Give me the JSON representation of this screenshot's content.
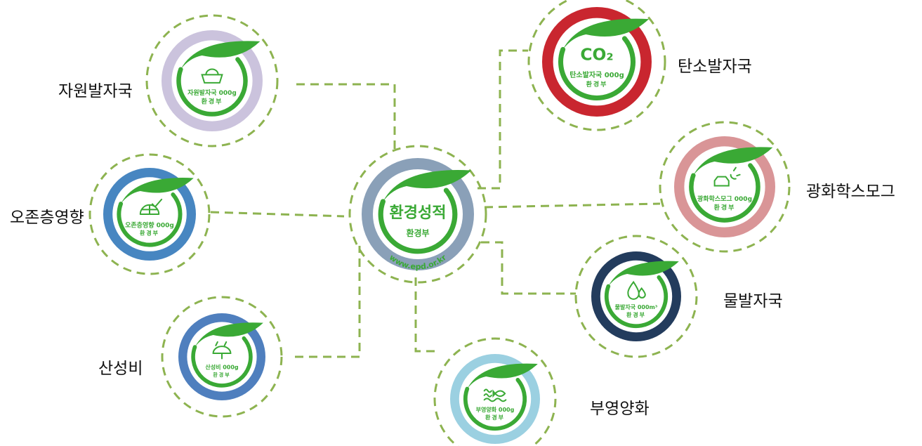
{
  "colors": {
    "green": "#3aa935",
    "dash": "#8db350"
  },
  "center": {
    "title": "환경성적",
    "ministry": "환경부",
    "url": "www.epd.or.kr",
    "ring_color": "#8aa0b8"
  },
  "badges": [
    {
      "id": "resource",
      "label": "자원발자국",
      "badge_text": "자원발자국 000g",
      "ministry": "환경부",
      "icon": "basket-icon",
      "ring_color": "#cbc3dd"
    },
    {
      "id": "ozone",
      "label": "오존층영향",
      "badge_text": "오존층영향 000g",
      "ministry": "환경부",
      "icon": "ozone-globe-icon",
      "ring_color": "#4786c1"
    },
    {
      "id": "acid-rain",
      "label": "산성비",
      "badge_text": "산성비 000g",
      "ministry": "환경부",
      "icon": "umbrella-icon",
      "ring_color": "#4f7fbe"
    },
    {
      "id": "carbon",
      "label": "탄소발자국",
      "badge_text": "탄소발자국 000g",
      "ministry": "환경부",
      "icon": "co2-icon",
      "icon_text": "CO₂",
      "ring_color": "#c9262f"
    },
    {
      "id": "smog",
      "label": "광화학스모그",
      "badge_text": "광화학스모그 000g",
      "ministry": "환경부",
      "icon": "car-sun-icon",
      "ring_color": "#d99597"
    },
    {
      "id": "water",
      "label": "물발자국",
      "badge_text": "물발자국 000m³",
      "ministry": "환경부",
      "icon": "water-drop-icon",
      "ring_color": "#233c5d"
    },
    {
      "id": "eutrophication",
      "label": "부영양화",
      "badge_text": "부영양화 000g",
      "ministry": "환경부",
      "icon": "fish-wave-icon",
      "ring_color": "#9bd0e1"
    }
  ]
}
